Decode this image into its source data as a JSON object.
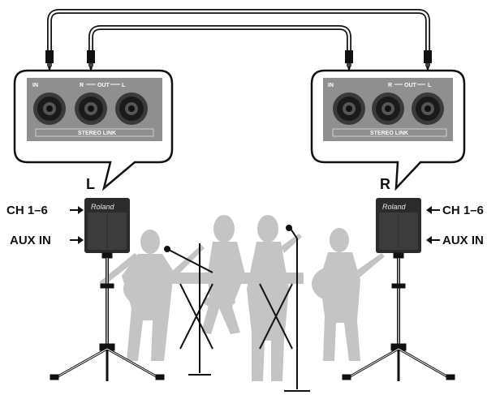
{
  "left": {
    "side_label": "L",
    "inputs": [
      "CH 1–6",
      "AUX IN"
    ],
    "panel": {
      "in": "IN",
      "r": "R",
      "out": "OUT",
      "l": "L",
      "link": "STEREO LINK"
    },
    "brand": "Roland"
  },
  "right": {
    "side_label": "R",
    "inputs": [
      "CH 1–6",
      "AUX IN"
    ],
    "panel": {
      "in": "IN",
      "r": "R",
      "out": "OUT",
      "l": "L",
      "link": "STEREO LINK"
    },
    "brand": "Roland"
  },
  "colors": {
    "panel_gray": "#8f8f8f",
    "jack_dark": "#2a2a2a",
    "speaker_dark": "#2b2b2b",
    "silhouette": "#c4c4c4",
    "cable": "#111111"
  }
}
